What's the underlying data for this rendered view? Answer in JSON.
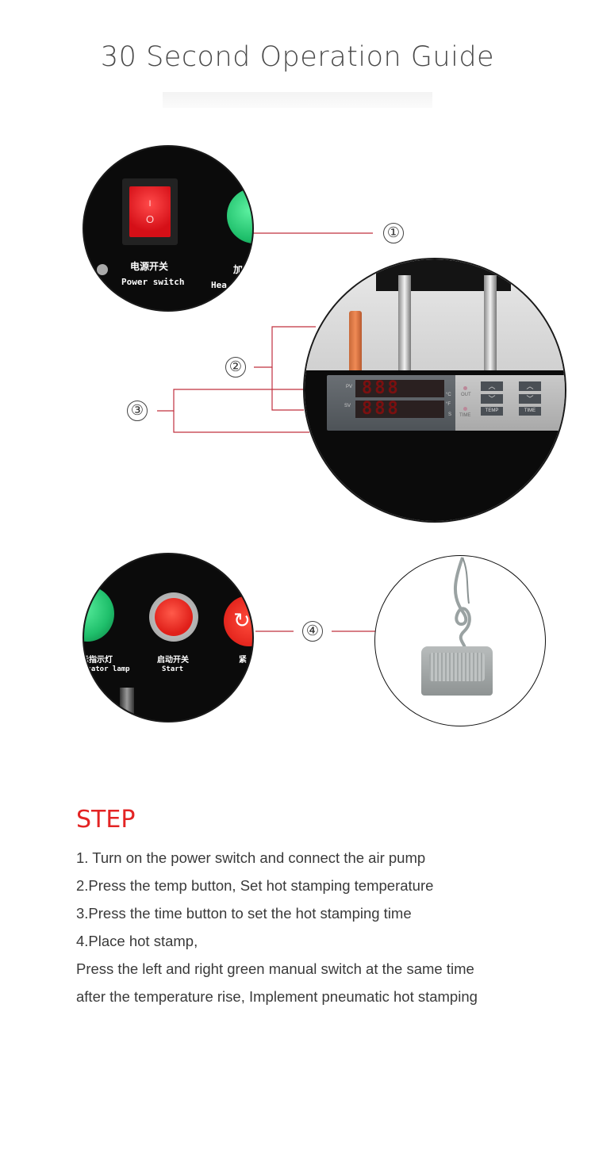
{
  "title": "30 Second Operation Guide",
  "callouts": [
    "①",
    "②",
    "③",
    "④"
  ],
  "power_panel": {
    "switch_on": "I",
    "switch_off": "O",
    "label_cn": "电源开关",
    "label_en": "Power switch",
    "next_label_cn": "加",
    "next_label_en": "Hea"
  },
  "controller": {
    "pv_label": "PV",
    "sv_label": "SV",
    "pv_digits": "888",
    "sv_digits": "888",
    "unit_c": "°C",
    "unit_f": "°F",
    "unit_s": "S",
    "out_label": "OUT",
    "time_label": "TIME",
    "temp_button": "TEMP",
    "time_button": "TIME"
  },
  "start_panel": {
    "indicator_cn": "示指示灯",
    "indicator_en": "icator lamp",
    "start_cn": "启动开关",
    "start_en": "Start",
    "stop_cn": "紧"
  },
  "colors": {
    "callout_line": "#c0303f",
    "step_title": "#e32424",
    "red_switch": "#e8141e",
    "green_lamp": "#1fbf6b"
  },
  "step": {
    "heading": "STEP",
    "lines": [
      "1. Turn on the power switch and connect the air pump",
      "2.Press the temp button, Set hot stamping temperature",
      "3.Press the time button to set the hot stamping time",
      "4.Place hot stamp,",
      "Press the left and right green manual switch at the same time",
      "after the temperature rise, Implement pneumatic hot stamping"
    ]
  }
}
